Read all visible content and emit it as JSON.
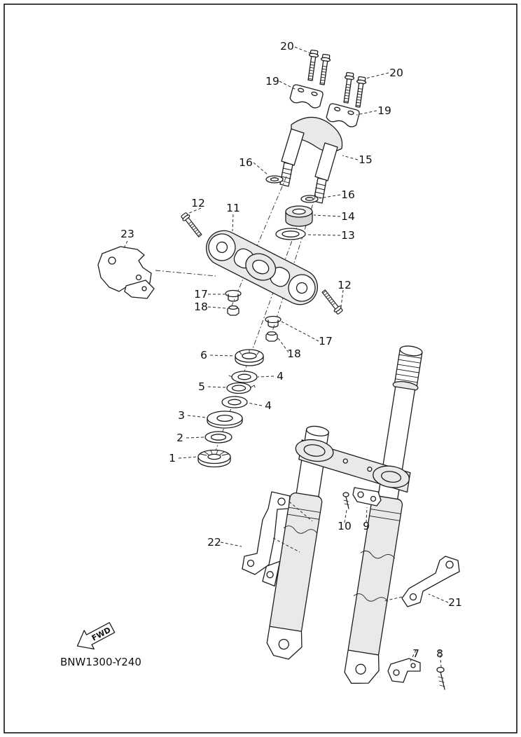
{
  "colors": {
    "ink": "#1d1d1d",
    "paper": "#ffffff"
  },
  "diagram": {
    "part_code": "BNW1300-Y240",
    "fwd": "FWD",
    "labels": [
      "20",
      "20",
      "19",
      "19",
      "15",
      "16",
      "16",
      "14",
      "13",
      "12",
      "11",
      "23",
      "17",
      "18",
      "12",
      "17",
      "18",
      "6",
      "4",
      "5",
      "4",
      "3",
      "2",
      "1",
      "10",
      "9",
      "22",
      "21",
      "7",
      "8"
    ]
  }
}
